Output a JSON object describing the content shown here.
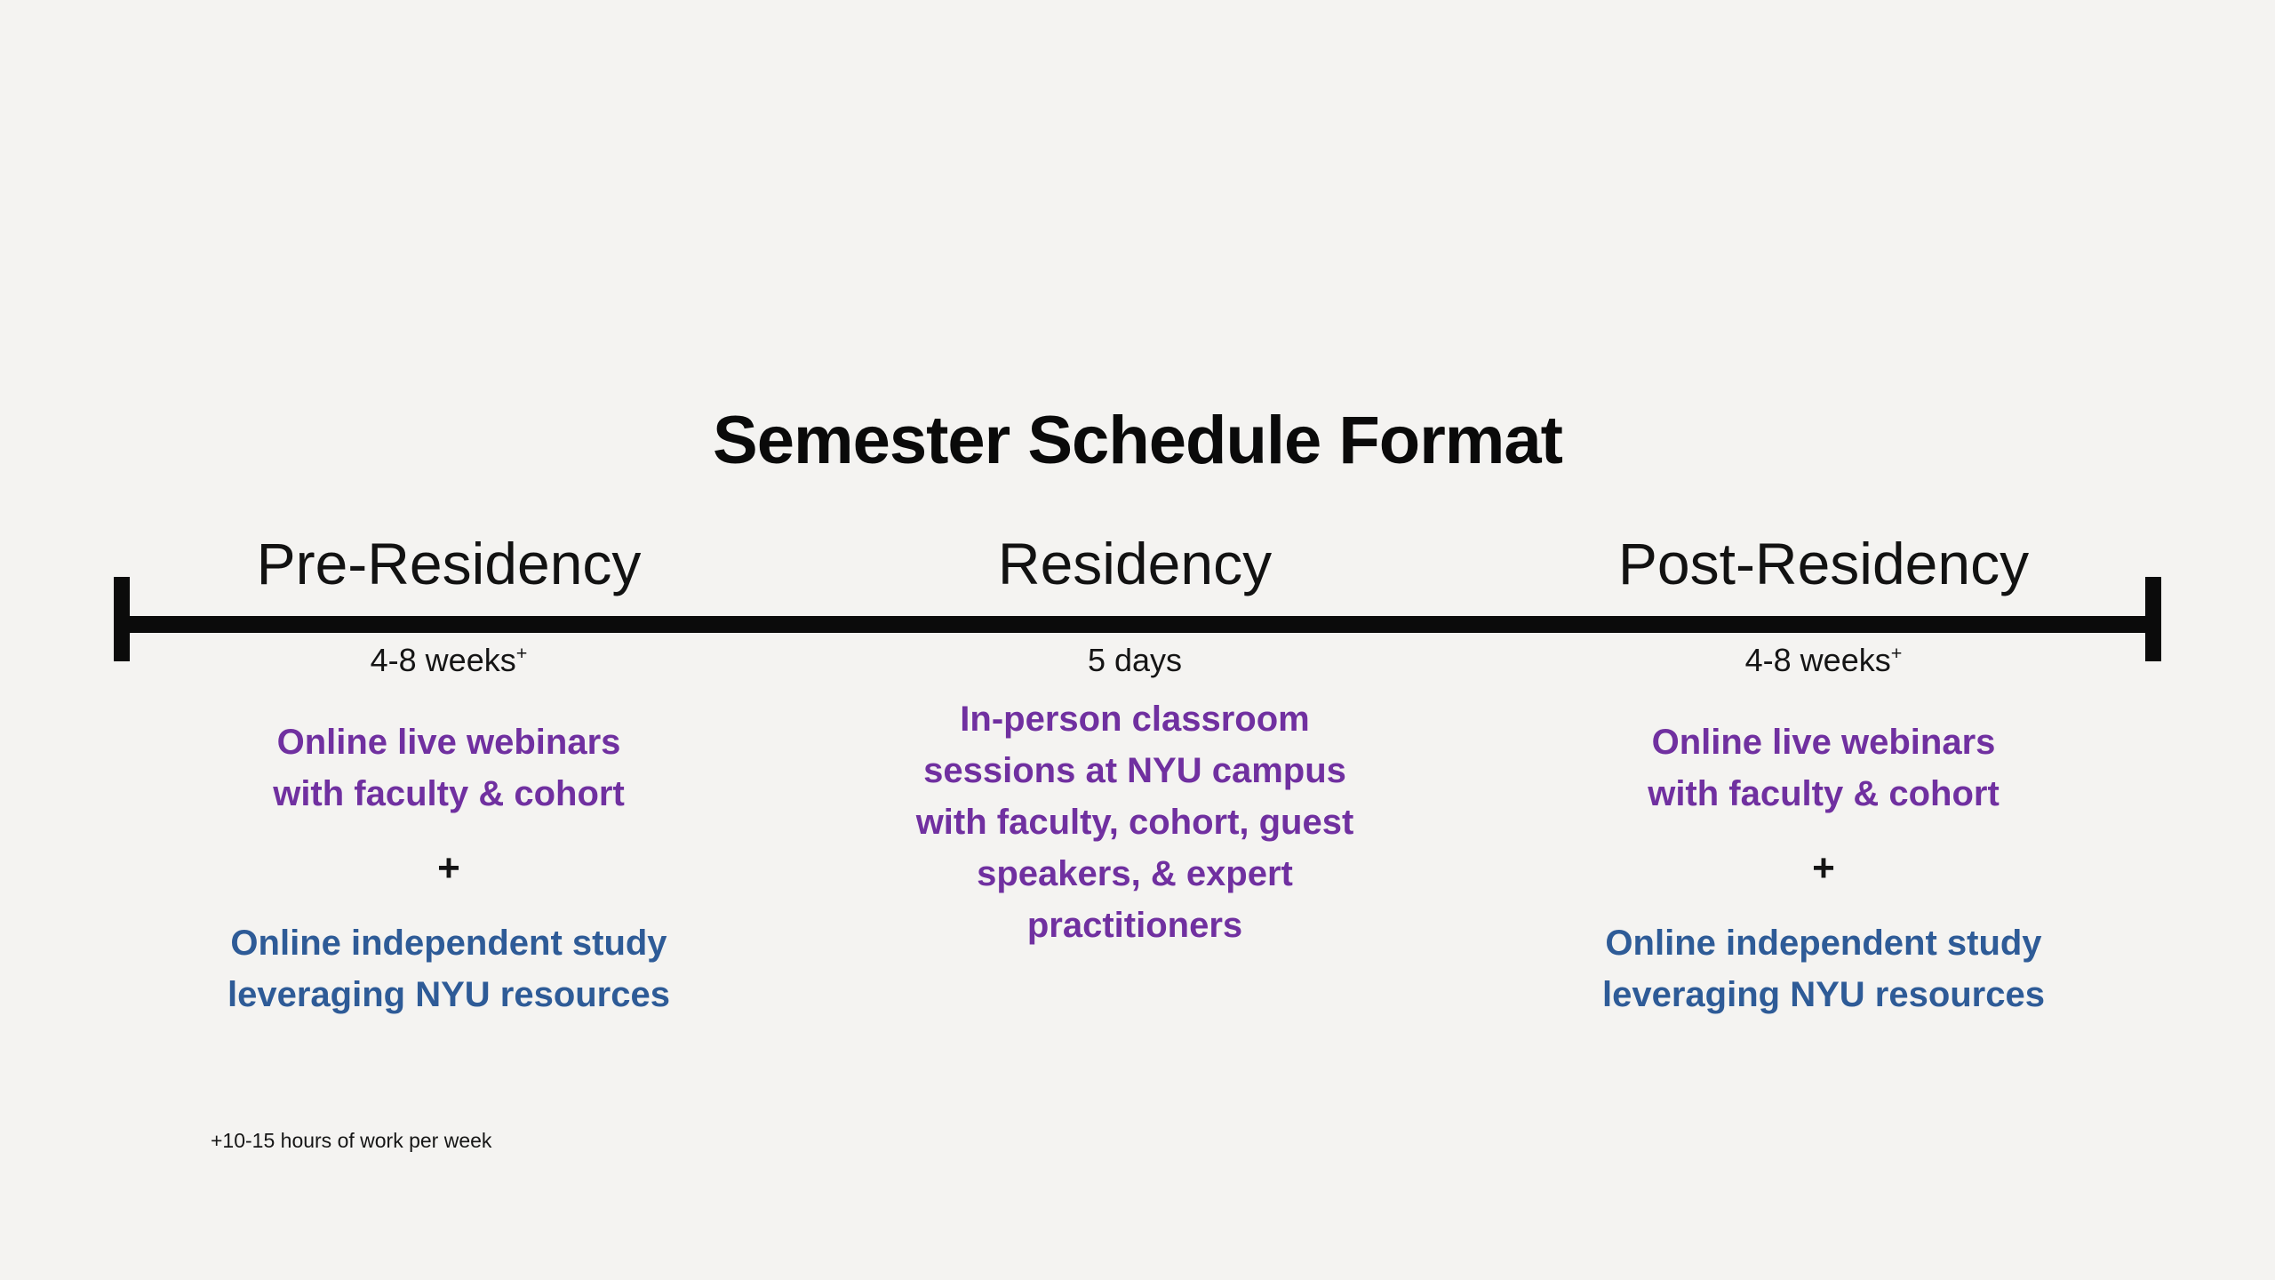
{
  "title": "Semester Schedule Format",
  "footnote": "+10-15 hours of work per week",
  "colors": {
    "background": "#f4f3f1",
    "timeline": "#0b0b0b",
    "heading_text": "#0a0a0a",
    "purple_text": "#7030a0",
    "blue_text": "#2e5b97"
  },
  "timeline": {
    "style": "horizontal bar with start and end caps"
  },
  "phases": [
    {
      "name": "Pre-Residency",
      "duration": "4-8 weeks",
      "duration_sup": "+",
      "webinar_lines": [
        "Online live webinars",
        "with faculty & cohort"
      ],
      "plus": "+",
      "study_lines": [
        "Online independent study",
        "leveraging NYU resources"
      ]
    },
    {
      "name": "Residency",
      "duration": "5 days",
      "session_lines": [
        "In-person classroom",
        "sessions at NYU campus",
        "with faculty, cohort, guest",
        "speakers, & expert",
        "practitioners"
      ]
    },
    {
      "name": "Post-Residency",
      "duration": "4-8 weeks",
      "duration_sup": "+",
      "webinar_lines": [
        "Online live webinars",
        "with faculty & cohort"
      ],
      "plus": "+",
      "study_lines": [
        "Online independent study",
        "leveraging NYU resources"
      ]
    }
  ]
}
